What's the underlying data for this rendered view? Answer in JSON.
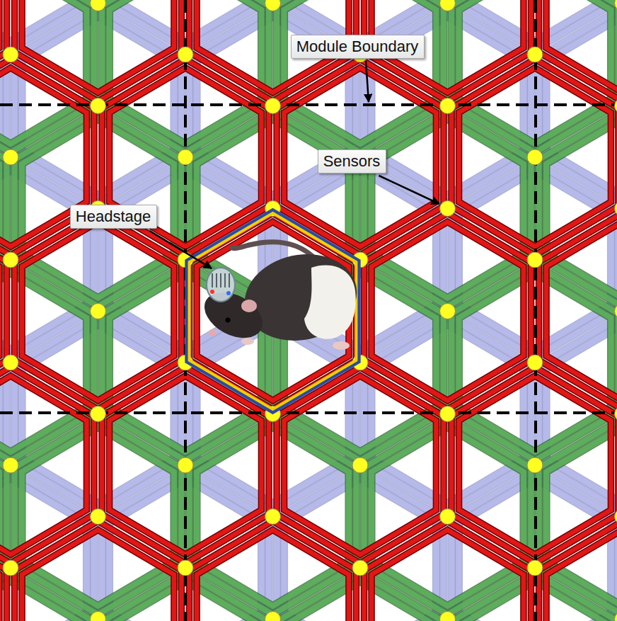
{
  "diagram": {
    "labels": [
      "Module Boundary",
      "Sensors",
      "Headstage"
    ]
  }
}
